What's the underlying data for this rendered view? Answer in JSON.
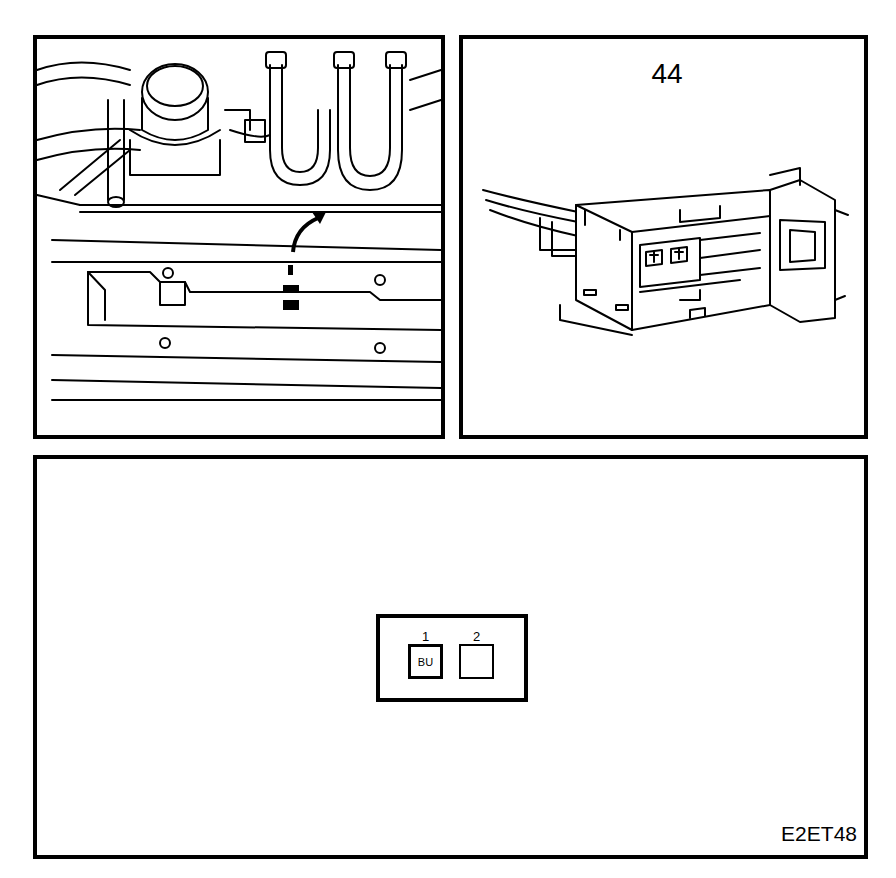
{
  "diagram": {
    "nodes": [
      {
        "text": [
          "1",
          "BU"
        ]
      },
      {
        "text": [
          "2"
        ]
      }
    ],
    "labels": [
      "44",
      "E2ET48"
    ]
  }
}
